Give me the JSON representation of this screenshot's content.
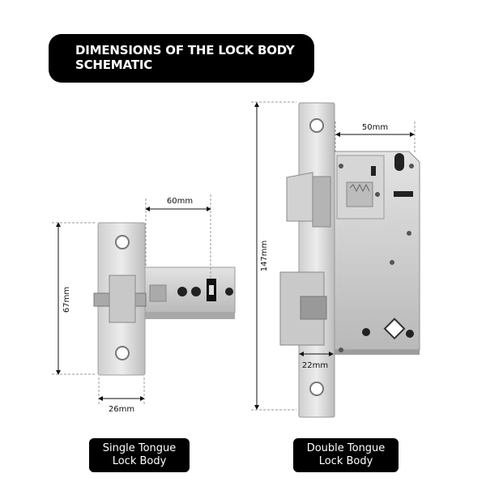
{
  "title": {
    "line1": "DIMENSIONS OF THE LOCK BODY",
    "line2": "SCHEMATIC"
  },
  "dimensions": {
    "left_height": "67mm",
    "left_depth": "60mm",
    "left_width": "26mm",
    "right_height": "147mm",
    "right_depth": "50mm",
    "right_width": "22mm"
  },
  "captions": {
    "left": {
      "line1": "Single Tongue",
      "line2": "Lock Body"
    },
    "right": {
      "line1": "Double Tongue",
      "line2": "Lock Body"
    }
  }
}
